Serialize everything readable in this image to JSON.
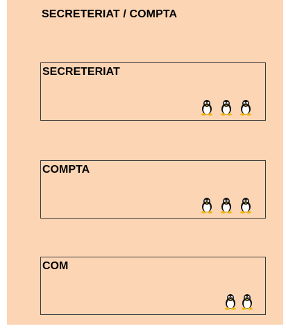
{
  "diagram": {
    "title": "SECRETERIAT / COMPTA",
    "rooms": [
      {
        "label": "SECRETERIAT",
        "occupants": 3,
        "icon": "tux-penguin-icon"
      },
      {
        "label": "COMPTA",
        "occupants": 3,
        "icon": "tux-penguin-icon"
      },
      {
        "label": "COM",
        "occupants": 2,
        "icon": "tux-penguin-icon"
      }
    ]
  },
  "colors": {
    "background": "#fcd5b4",
    "border": "#3a3a3a"
  }
}
